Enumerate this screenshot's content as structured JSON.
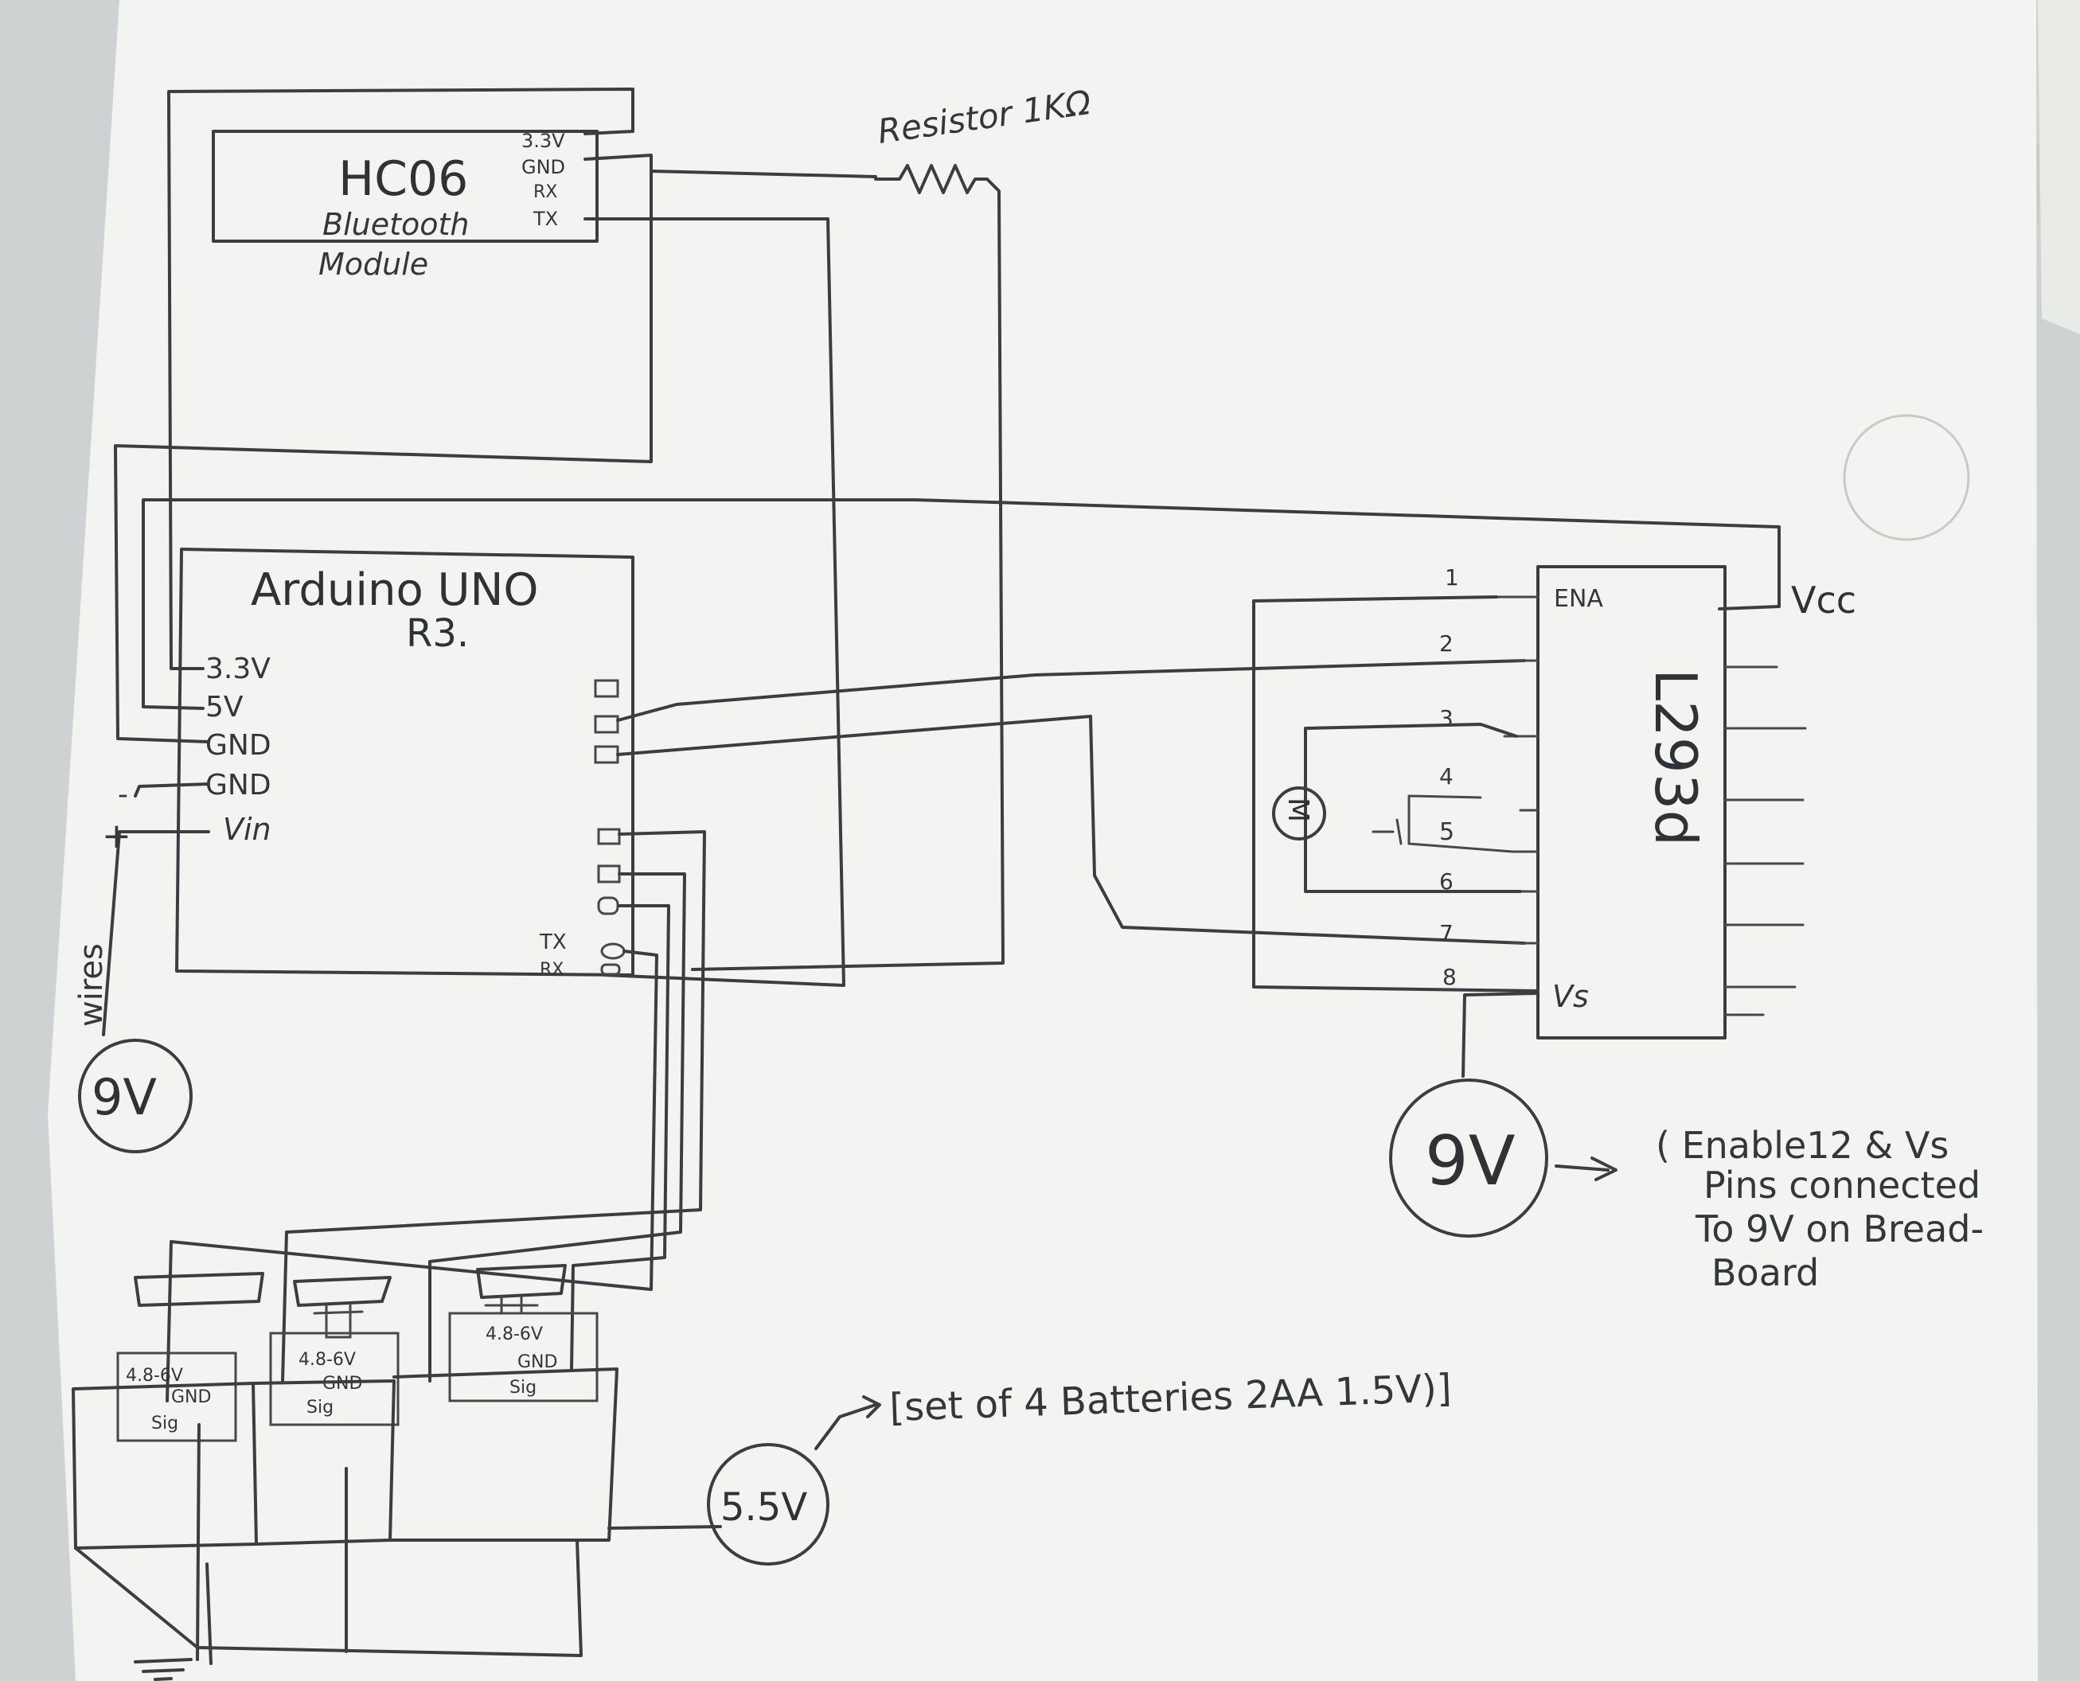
{
  "hc06": {
    "name": "HC06",
    "subtitle": "Bluetooth",
    "subtitle2": "Module",
    "pins": [
      "3.3V",
      "GND",
      "RX",
      "TX"
    ]
  },
  "resistor": {
    "label": "Resistor 1KΩ"
  },
  "arduino": {
    "name": "Arduino UNO",
    "model": "R3.",
    "pins": [
      "3.3V",
      "5V",
      "GND",
      "GND",
      "Vin"
    ],
    "tx": "TX",
    "rx": "RX"
  },
  "l293d": {
    "name": "L293d",
    "ena": "ENA",
    "vs": "Vs",
    "vcc": "Vcc",
    "pin_numbers": [
      "1",
      "2",
      "3",
      "4",
      "5",
      "6",
      "7",
      "8"
    ],
    "motor": "M"
  },
  "batteries": {
    "arduino_supply": "9V",
    "minus": "-",
    "plus": "+",
    "wires": "wires",
    "driver_supply": "9V",
    "driver_note": [
      "( Enable12 & Vs",
      "Pins connected",
      "To 9V on Bread-",
      "Board"
    ],
    "servo_supply": "5.5V",
    "servo_note": "[set of 4 Batteries 2AA 1.5V)]"
  },
  "servos": [
    {
      "pins": [
        "4.8-6V",
        "GND",
        "Sig"
      ]
    },
    {
      "pins": [
        "4.8-6V",
        "GND",
        "Sig"
      ]
    },
    {
      "pins": [
        "4.8-6V",
        "GND",
        "Sig"
      ]
    }
  ]
}
